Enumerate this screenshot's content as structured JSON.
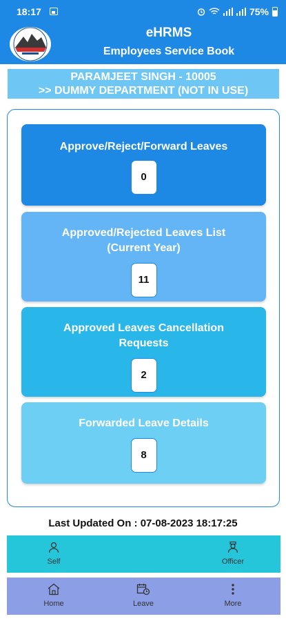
{
  "status_bar": {
    "time": "18:17",
    "battery": "75%"
  },
  "header": {
    "title": "eHRMS",
    "subtitle": "Employees Service Book"
  },
  "employee": {
    "name_line": "PARAMJEET  SINGH - 10005",
    "department_line": ">> DUMMY DEPARTMENT (NOT IN USE)"
  },
  "tiles": [
    {
      "label": "Approve/Reject/Forward Leaves",
      "count": "0"
    },
    {
      "label_line1": "Approved/Rejected Leaves List",
      "label_line2": "(Current Year)",
      "count": "11"
    },
    {
      "label_line1": "Approved Leaves Cancellation",
      "label_line2": "Requests",
      "count": "2"
    },
    {
      "label": "Forwarded Leave Details",
      "count": "8"
    }
  ],
  "last_updated": "Last Updated On : 07-08-2023 18:17:25",
  "role_nav": {
    "self_label": "Self",
    "officer_label": "Officer"
  },
  "main_nav": {
    "home_label": "Home",
    "leave_label": "Leave",
    "more_label": "More"
  },
  "colors": {
    "primary": "#1e88e5",
    "role_nav_bg": "#26c6da",
    "main_nav_bg": "#8c9ee6"
  }
}
